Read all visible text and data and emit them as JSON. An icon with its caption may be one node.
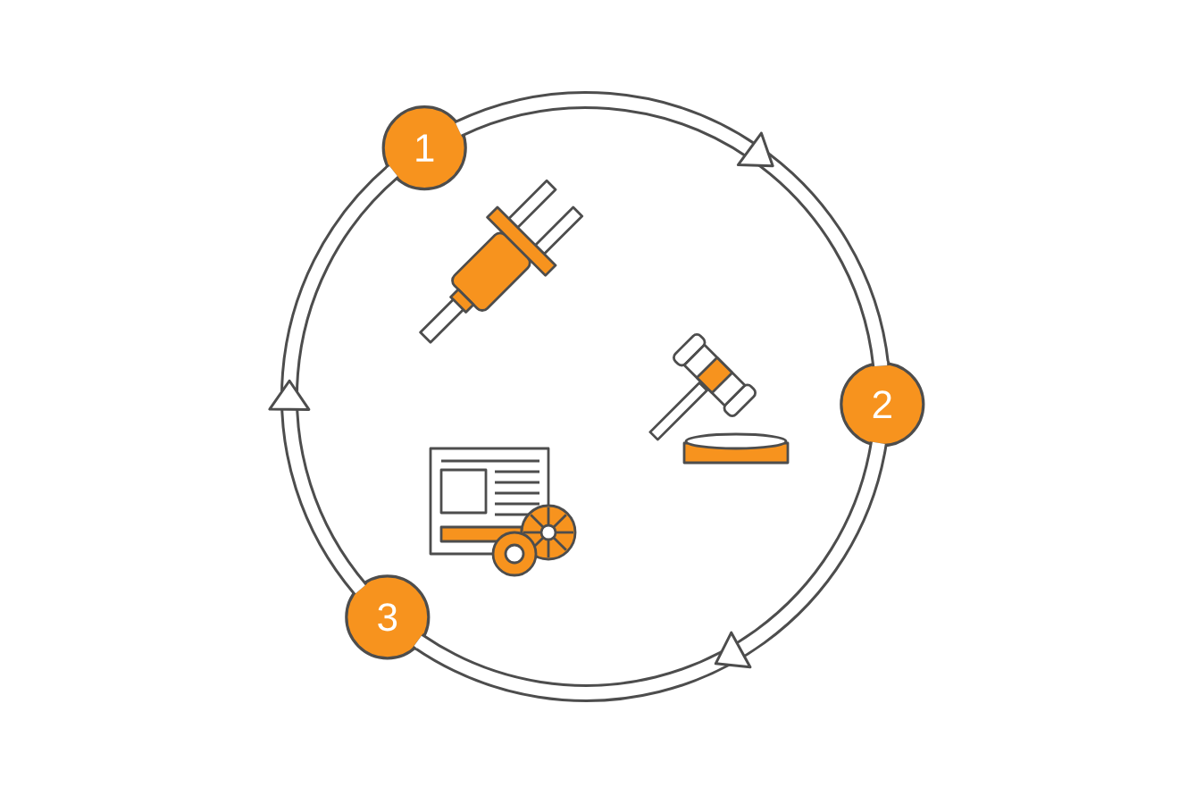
{
  "diagram": {
    "nodes": [
      {
        "text": [
          "1"
        ]
      },
      {
        "text": [
          "2"
        ]
      },
      {
        "text": [
          "3"
        ]
      }
    ],
    "edges": [
      {
        "from": 0,
        "to": 1,
        "arrow": "to"
      },
      {
        "from": 1,
        "to": 2,
        "arrow": "to"
      },
      {
        "from": 2,
        "to": 0,
        "arrow": "to"
      }
    ]
  }
}
